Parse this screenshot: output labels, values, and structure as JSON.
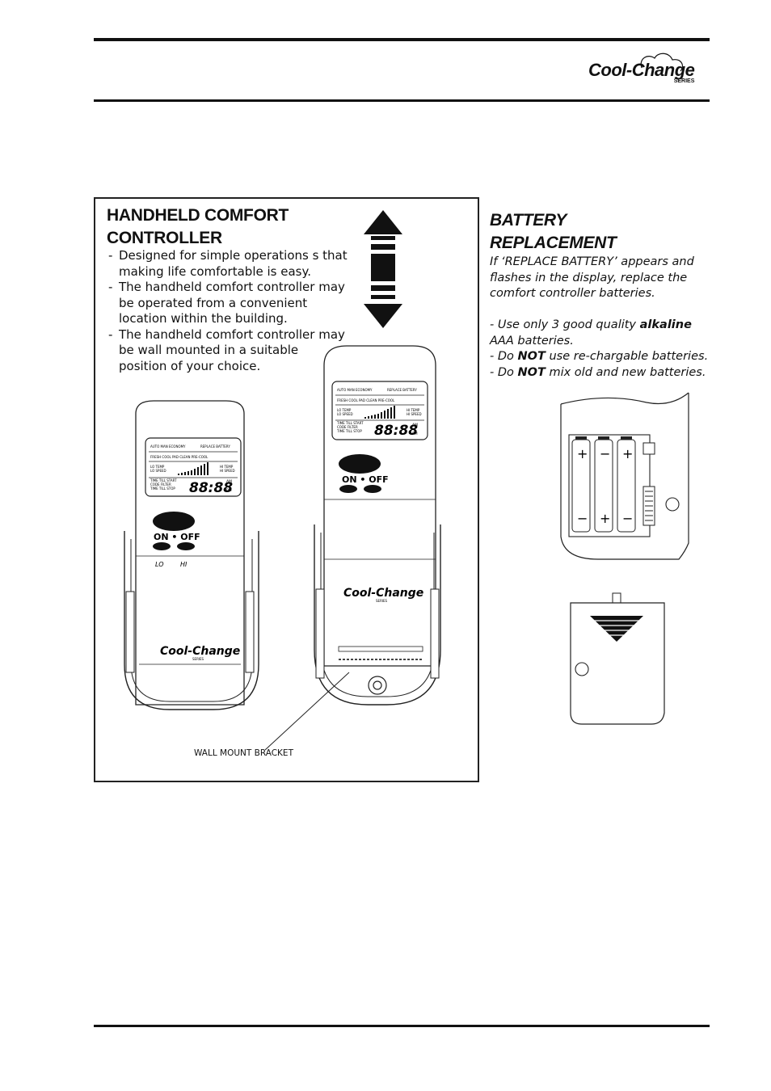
{
  "header": {
    "logo_text": "Cool-Change",
    "logo_series": "SERIES"
  },
  "handheld": {
    "title_line1": "HANDHELD COMFORT",
    "title_line2": "CONTROLLER",
    "bullets": [
      "Designed for simple operations s that making life comfortable is easy.",
      "The handheld comfort controller may be operated from a convenient location within the building.",
      "The handheld comfort controller may be wall mounted in a suitable position of your choice."
    ],
    "wall_mount_caption": "WALL MOUNT BRACKET"
  },
  "remote": {
    "display_top_left": "AUTO  MAN  ECONOMY",
    "display_top_right": "REPLACE BATTERY",
    "display_modes": "FRESH  COOL  PAD  CLEAN  PRE-COOL",
    "lo_temp": "LO TEMP",
    "lo_speed": "LO SPEED",
    "hi_temp": "HI TEMP",
    "hi_speed": "HI SPEED",
    "time_till_start": "TIME TILL START",
    "code_filter": "CODE    FILTER",
    "time_till_stop": "TIME TILL STOP",
    "clock": "88:88",
    "am": "AM",
    "pm": "PM",
    "on_off": "ON • OFF",
    "lo": "LO",
    "hi": "HI",
    "logo_text": "Cool-Change",
    "logo_series": "SERIES"
  },
  "battery": {
    "title_line1": "BATTERY",
    "title_line2": "REPLACEMENT",
    "intro": "If ‘REPLACE BATTERY’ appears and flashes in the display, replace the comfort controller batteries.",
    "item1_prefix": "-  Use only 3 good quality ",
    "item1_bold": "alkaline",
    "item1_suffix": "AAA batteries.",
    "item2_prefix": "-  Do ",
    "item2_bold": "NOT",
    "item2_suffix": " use re-chargable batteries.",
    "item3_prefix": "-  Do ",
    "item3_bold": "NOT",
    "item3_suffix": " mix old and new batteries.",
    "plus": "+",
    "minus": "−"
  }
}
